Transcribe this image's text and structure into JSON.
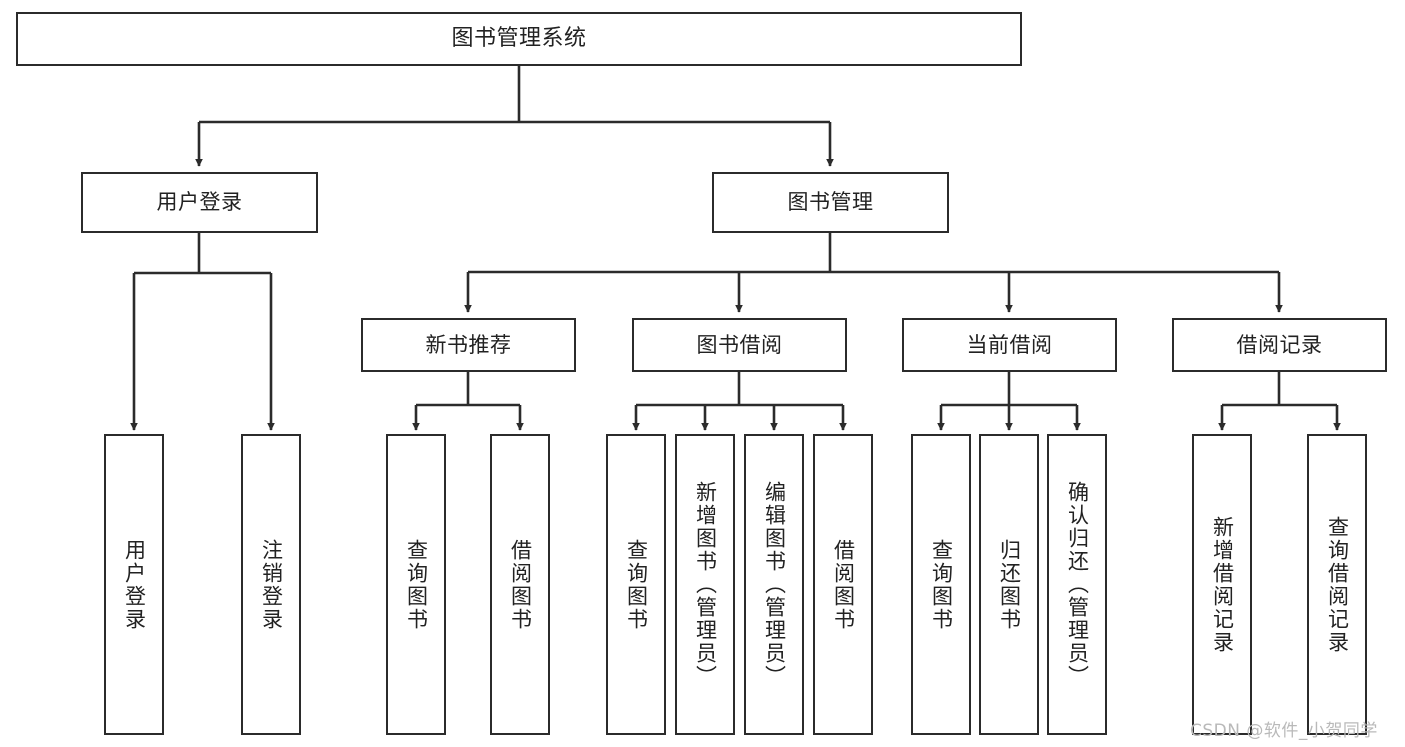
{
  "diagram": {
    "type": "tree",
    "title": "图书管理系统",
    "colors": {
      "stroke": "#2b2b2b",
      "fill": "#ffffff",
      "text": "#222222",
      "watermark": "#b9b9b9",
      "background": "#ffffff"
    },
    "watermark": "CSDN @软件_小贺同学",
    "nodes": {
      "root": {
        "label": "图书管理系统"
      },
      "level2": [
        {
          "label": "用户登录"
        },
        {
          "label": "图书管理"
        }
      ],
      "level3": [
        {
          "label": "新书推荐"
        },
        {
          "label": "图书借阅"
        },
        {
          "label": "当前借阅"
        },
        {
          "label": "借阅记录"
        }
      ],
      "leaves": [
        {
          "label": "用户登录",
          "parent": "用户登录"
        },
        {
          "label": "注销登录",
          "parent": "用户登录"
        },
        {
          "label": "查询图书",
          "parent": "新书推荐"
        },
        {
          "label": "借阅图书",
          "parent": "新书推荐"
        },
        {
          "label": "查询图书",
          "parent": "图书借阅"
        },
        {
          "label": "新增图书（管理员）",
          "parent": "图书借阅"
        },
        {
          "label": "编辑图书（管理员）",
          "parent": "图书借阅"
        },
        {
          "label": "借阅图书",
          "parent": "图书借阅"
        },
        {
          "label": "查询图书",
          "parent": "当前借阅"
        },
        {
          "label": "归还图书",
          "parent": "当前借阅"
        },
        {
          "label": "确认归还（管理员）",
          "parent": "当前借阅"
        },
        {
          "label": "新增借阅记录",
          "parent": "借阅记录"
        },
        {
          "label": "查询借阅记录",
          "parent": "借阅记录"
        }
      ]
    }
  }
}
